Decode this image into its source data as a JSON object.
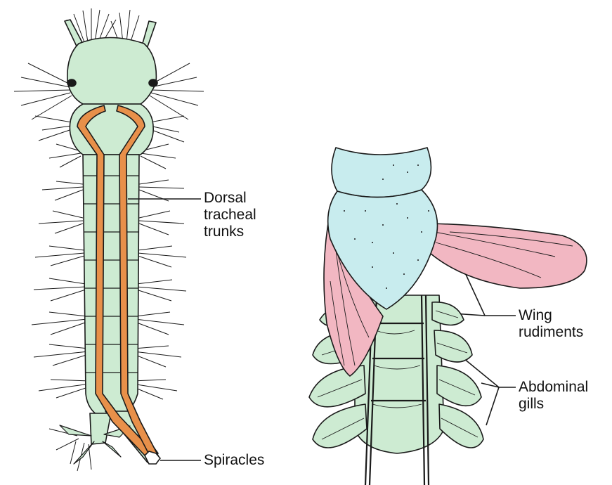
{
  "labels": {
    "dorsal_tracheal_trunks": [
      "Dorsal",
      "tracheal",
      "trunks"
    ],
    "spiracles": "Spiracles",
    "wing_rudiments": [
      "Wing",
      "rudiments"
    ],
    "abdominal_gills": [
      "Abdominal",
      "gills"
    ]
  },
  "colors": {
    "body_green": "#cdebd2",
    "tracheal_orange": "#e8904a",
    "thorax_blue": "#c8ecee",
    "wing_pink": "#f2b7c2",
    "outline": "#1a1a1a"
  }
}
